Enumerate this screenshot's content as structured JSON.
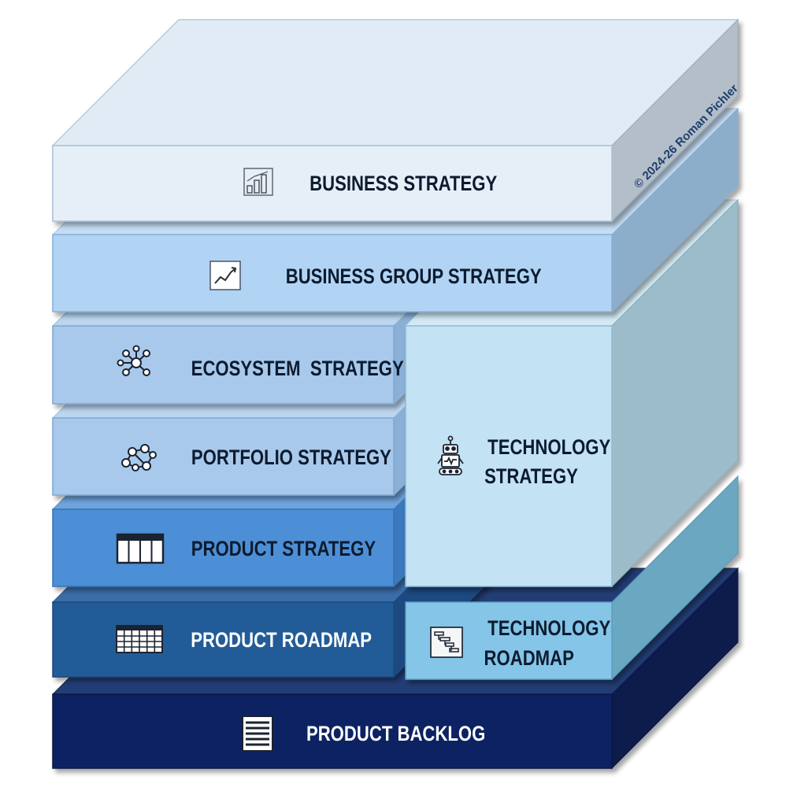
{
  "layers": {
    "business_strategy": "BUSINESS STRATEGY",
    "business_group_strategy": "BUSINESS GROUP STRATEGY",
    "ecosystem_strategy": "ECOSYSTEM  STRATEGY",
    "portfolio_strategy": "PORTFOLIO STRATEGY",
    "product_strategy": "PRODUCT STRATEGY",
    "product_roadmap": "PRODUCT ROADMAP",
    "product_backlog": "PRODUCT BACKLOG",
    "technology_strategy_line1": "TECHNOLOGY",
    "technology_strategy_line2": "STRATEGY",
    "technology_roadmap_line1": "TECHNOLOGY",
    "technology_roadmap_line2": "ROADMAP"
  },
  "copyright": "© 2024-26 Roman Pichler",
  "icons": {
    "business_strategy": "bar-chart-icon",
    "business_group_strategy": "trend-line-icon",
    "ecosystem_strategy": "network-hub-icon",
    "portfolio_strategy": "connected-nodes-icon",
    "product_strategy": "columns-table-icon",
    "product_roadmap": "grid-table-icon",
    "product_backlog": "backlog-list-icon",
    "technology_strategy": "robot-icon",
    "technology_roadmap": "gantt-icon"
  },
  "colors": {
    "business_strategy": "#e6eff8",
    "business_group_strategy": "#b1d4f4",
    "ecosystem_strategy": "#a8c9ec",
    "portfolio_strategy": "#a8c9ec",
    "product_strategy": "#4d8fd6",
    "product_roadmap": "#245c98",
    "product_backlog": "#0d2262",
    "technology_strategy": "#c3e2f4",
    "technology_roadmap": "#84c5e8"
  }
}
